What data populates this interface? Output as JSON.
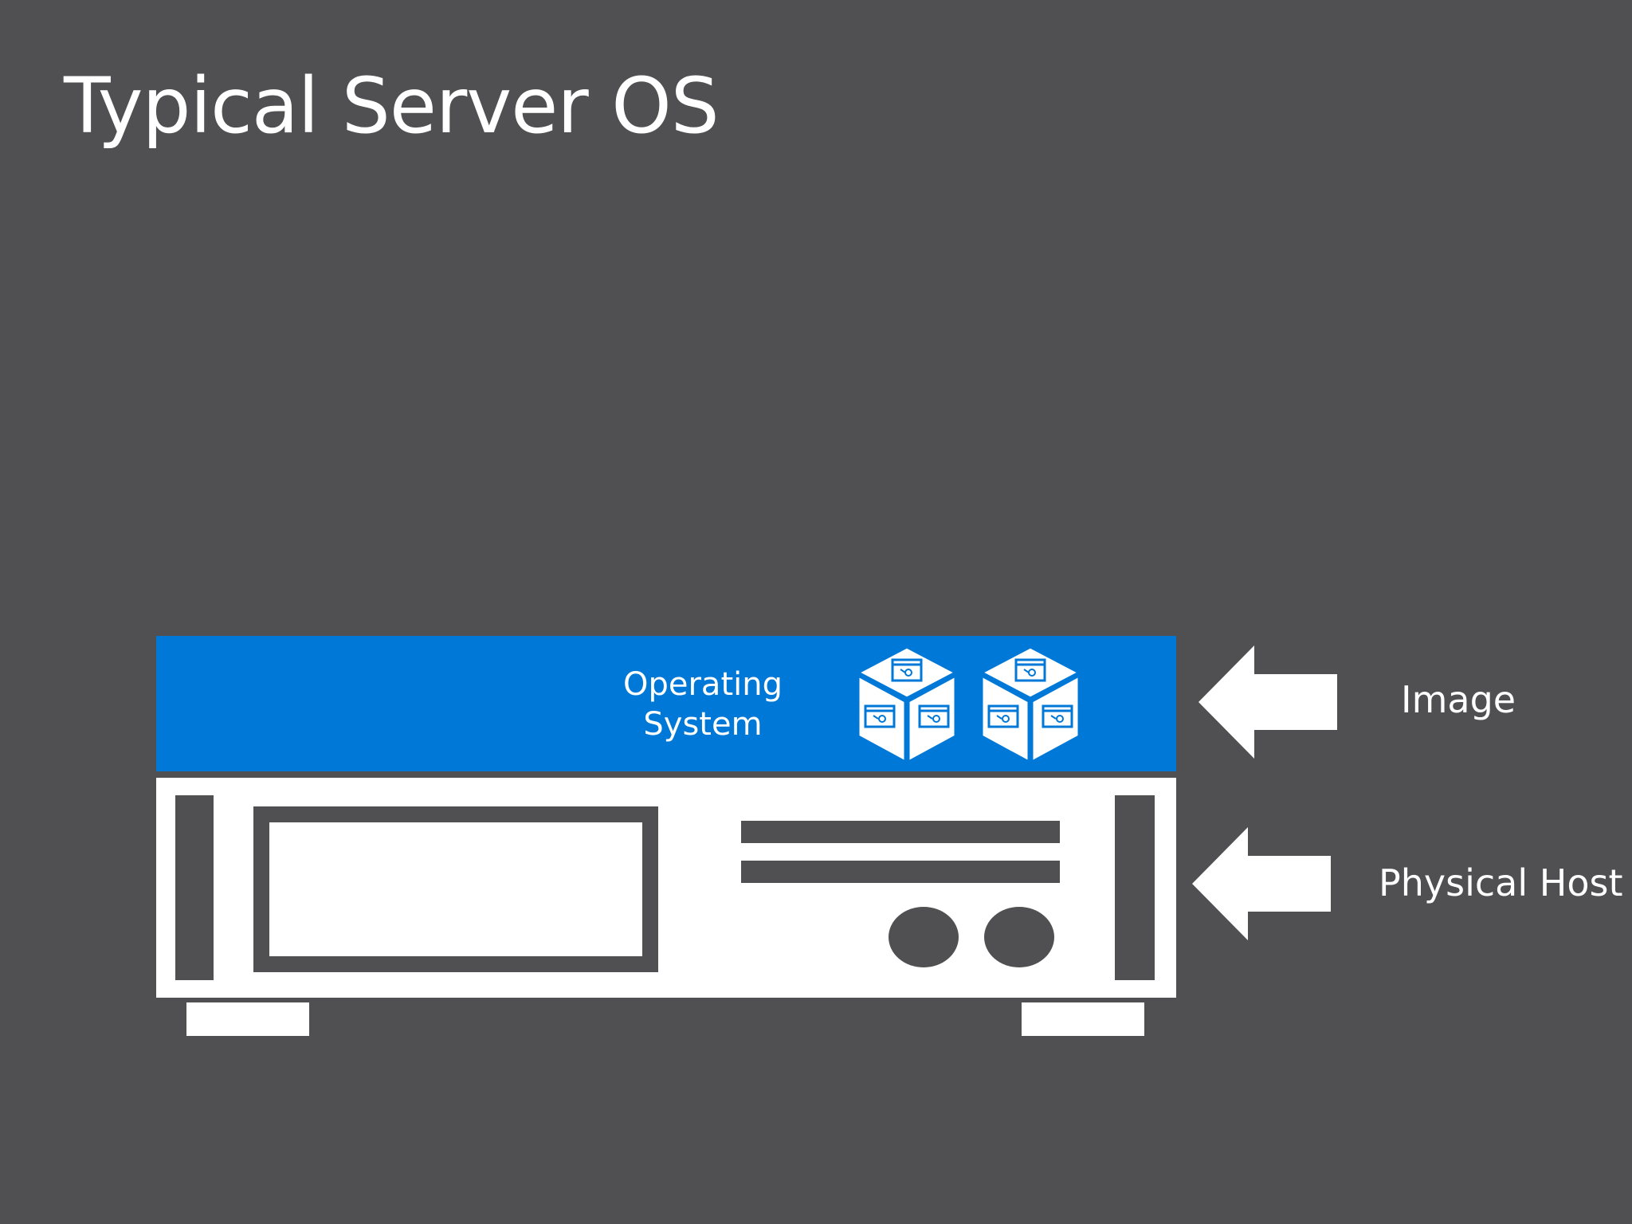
{
  "slide": {
    "title": "Typical Server OS"
  },
  "diagram": {
    "os_layer": {
      "label_line1": "Operating",
      "label_line2": "System",
      "icons": [
        "app-package-cube-icon",
        "app-package-cube-icon"
      ]
    },
    "physical_host": {
      "icon": "server-chassis-icon"
    },
    "pointers": {
      "image_label": "Image",
      "host_label": "Physical Host"
    }
  },
  "colors": {
    "background": "#505052",
    "os_layer": "#0078d7",
    "host": "#ffffff",
    "host_detail": "#505052",
    "text": "#ffffff"
  }
}
